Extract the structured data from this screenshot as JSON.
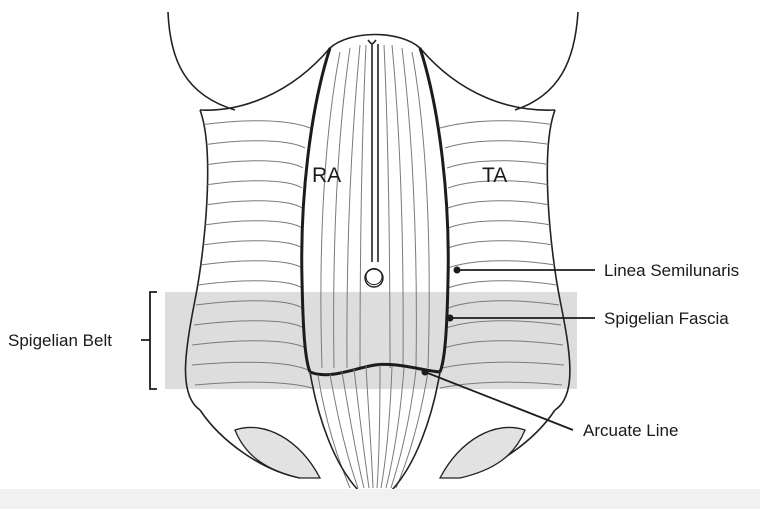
{
  "labels": {
    "ra": "RA",
    "ta": "TA",
    "linea_semilunaris": "Linea Semilunaris",
    "spigelian_fascia": "Spigelian Fascia",
    "arcuate_line": "Arcuate Line",
    "spigelian_belt": "Spigelian Belt",
    "umbilicus_mark": "◯"
  },
  "colors": {
    "belt_shade": "#d9d9d9",
    "outline": "#222222",
    "fibers": "#7a7a7a",
    "background": "#ffffff"
  }
}
